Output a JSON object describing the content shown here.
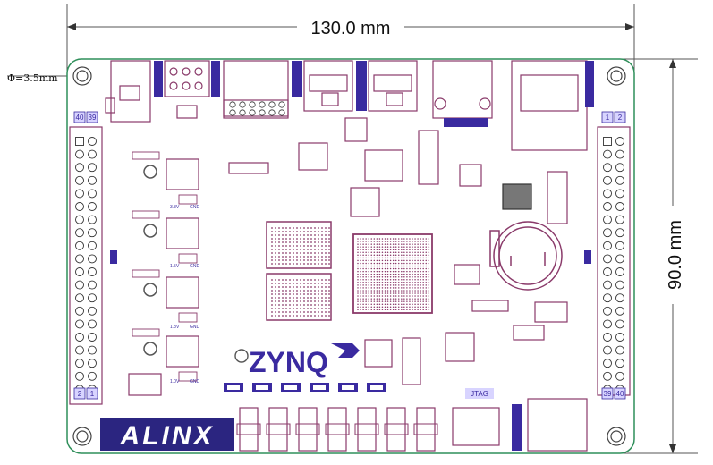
{
  "dimensions": {
    "width_label": "130.0 mm",
    "height_label": "90.0 mm",
    "hole_label": "Φ=3.5mm"
  },
  "logos": {
    "zynq": "ZYNQ",
    "alinx": "ALINX"
  },
  "connectors": {
    "jtag": "JTAG",
    "left_header_top_left": "40",
    "left_header_top_right": "39",
    "left_header_bottom_left": "2",
    "left_header_bottom_right": "1",
    "right_header_top_left": "1",
    "right_header_top_right": "2",
    "right_header_bottom_left": "39",
    "right_header_bottom_right": "40"
  },
  "voltage_labels": [
    "3.3V",
    "GND",
    "1.5V",
    "GND",
    "1.8V",
    "GND",
    "1.0V",
    "GND"
  ],
  "colors": {
    "outline": "#8a3a6a",
    "accent": "#3a2aa0",
    "dimension": "#333333"
  }
}
